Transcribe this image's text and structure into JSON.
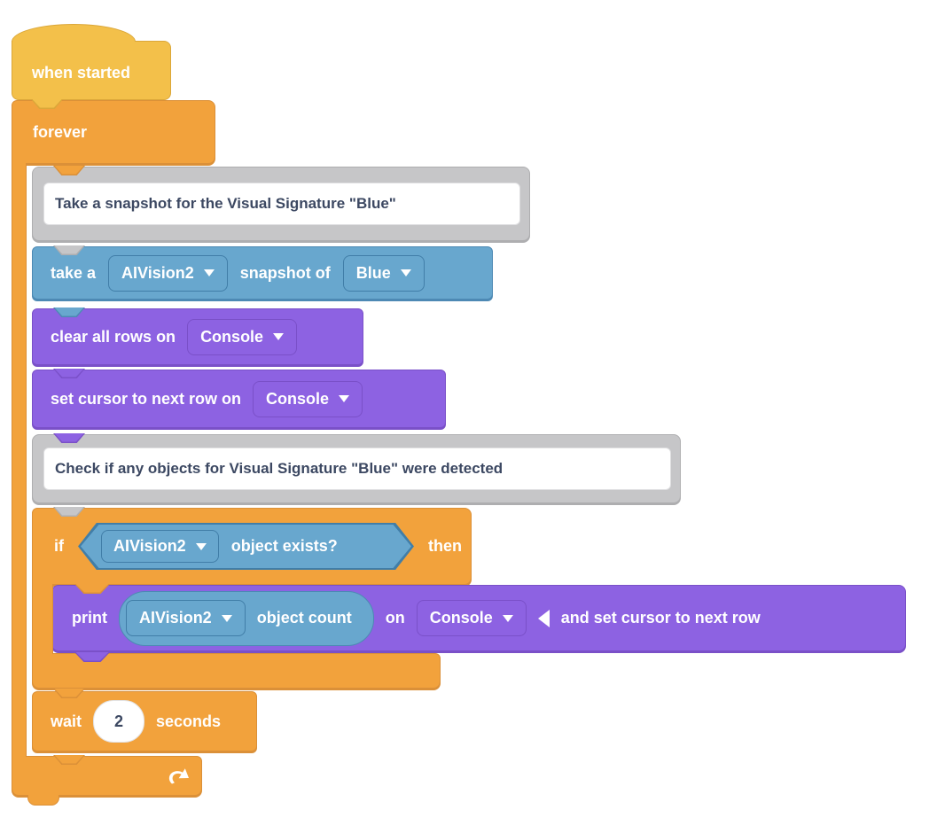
{
  "colors": {
    "hat_yellow": "#F3C04A",
    "hat_yellow_dark": "#DBA739",
    "control_orange": "#F2A23C",
    "control_orange_dark": "#DB9038",
    "sensing_blue": "#68A7CE",
    "sensing_blue_dark": "#4D89B4",
    "sensing_blue_border": "#417EA8",
    "console_purple": "#8D62E2",
    "console_purple_dark": "#7A50C8",
    "comment_gray": "#C6C6C8",
    "comment_gray_dark": "#AEAEB0",
    "comment_text": "#3C4862",
    "field_white": "#FFFFFF"
  },
  "script": {
    "when_started": {
      "label": "when started"
    },
    "forever": {
      "label": "forever"
    },
    "comment_snapshot": {
      "text": "Take a snapshot for the Visual Signature \"Blue\""
    },
    "take_snapshot": {
      "label_prefix": "take a",
      "camera": "AIVision2",
      "label_middle": "snapshot of",
      "signature": "Blue"
    },
    "clear_rows": {
      "label": "clear all rows on",
      "target": "Console"
    },
    "set_cursor": {
      "label": "set cursor to next row on",
      "target": "Console"
    },
    "comment_check": {
      "text": "Check if any objects for Visual Signature \"Blue\" were detected"
    },
    "if_block": {
      "label_if": "if",
      "camera": "AIVision2",
      "condition": "object exists?",
      "label_then": "then"
    },
    "print_block": {
      "label": "print",
      "camera": "AIVision2",
      "reporter": "object count",
      "label_on": "on",
      "target": "Console",
      "label_suffix": "and set cursor to next row"
    },
    "wait": {
      "label": "wait",
      "value": "2",
      "unit": "seconds"
    }
  }
}
